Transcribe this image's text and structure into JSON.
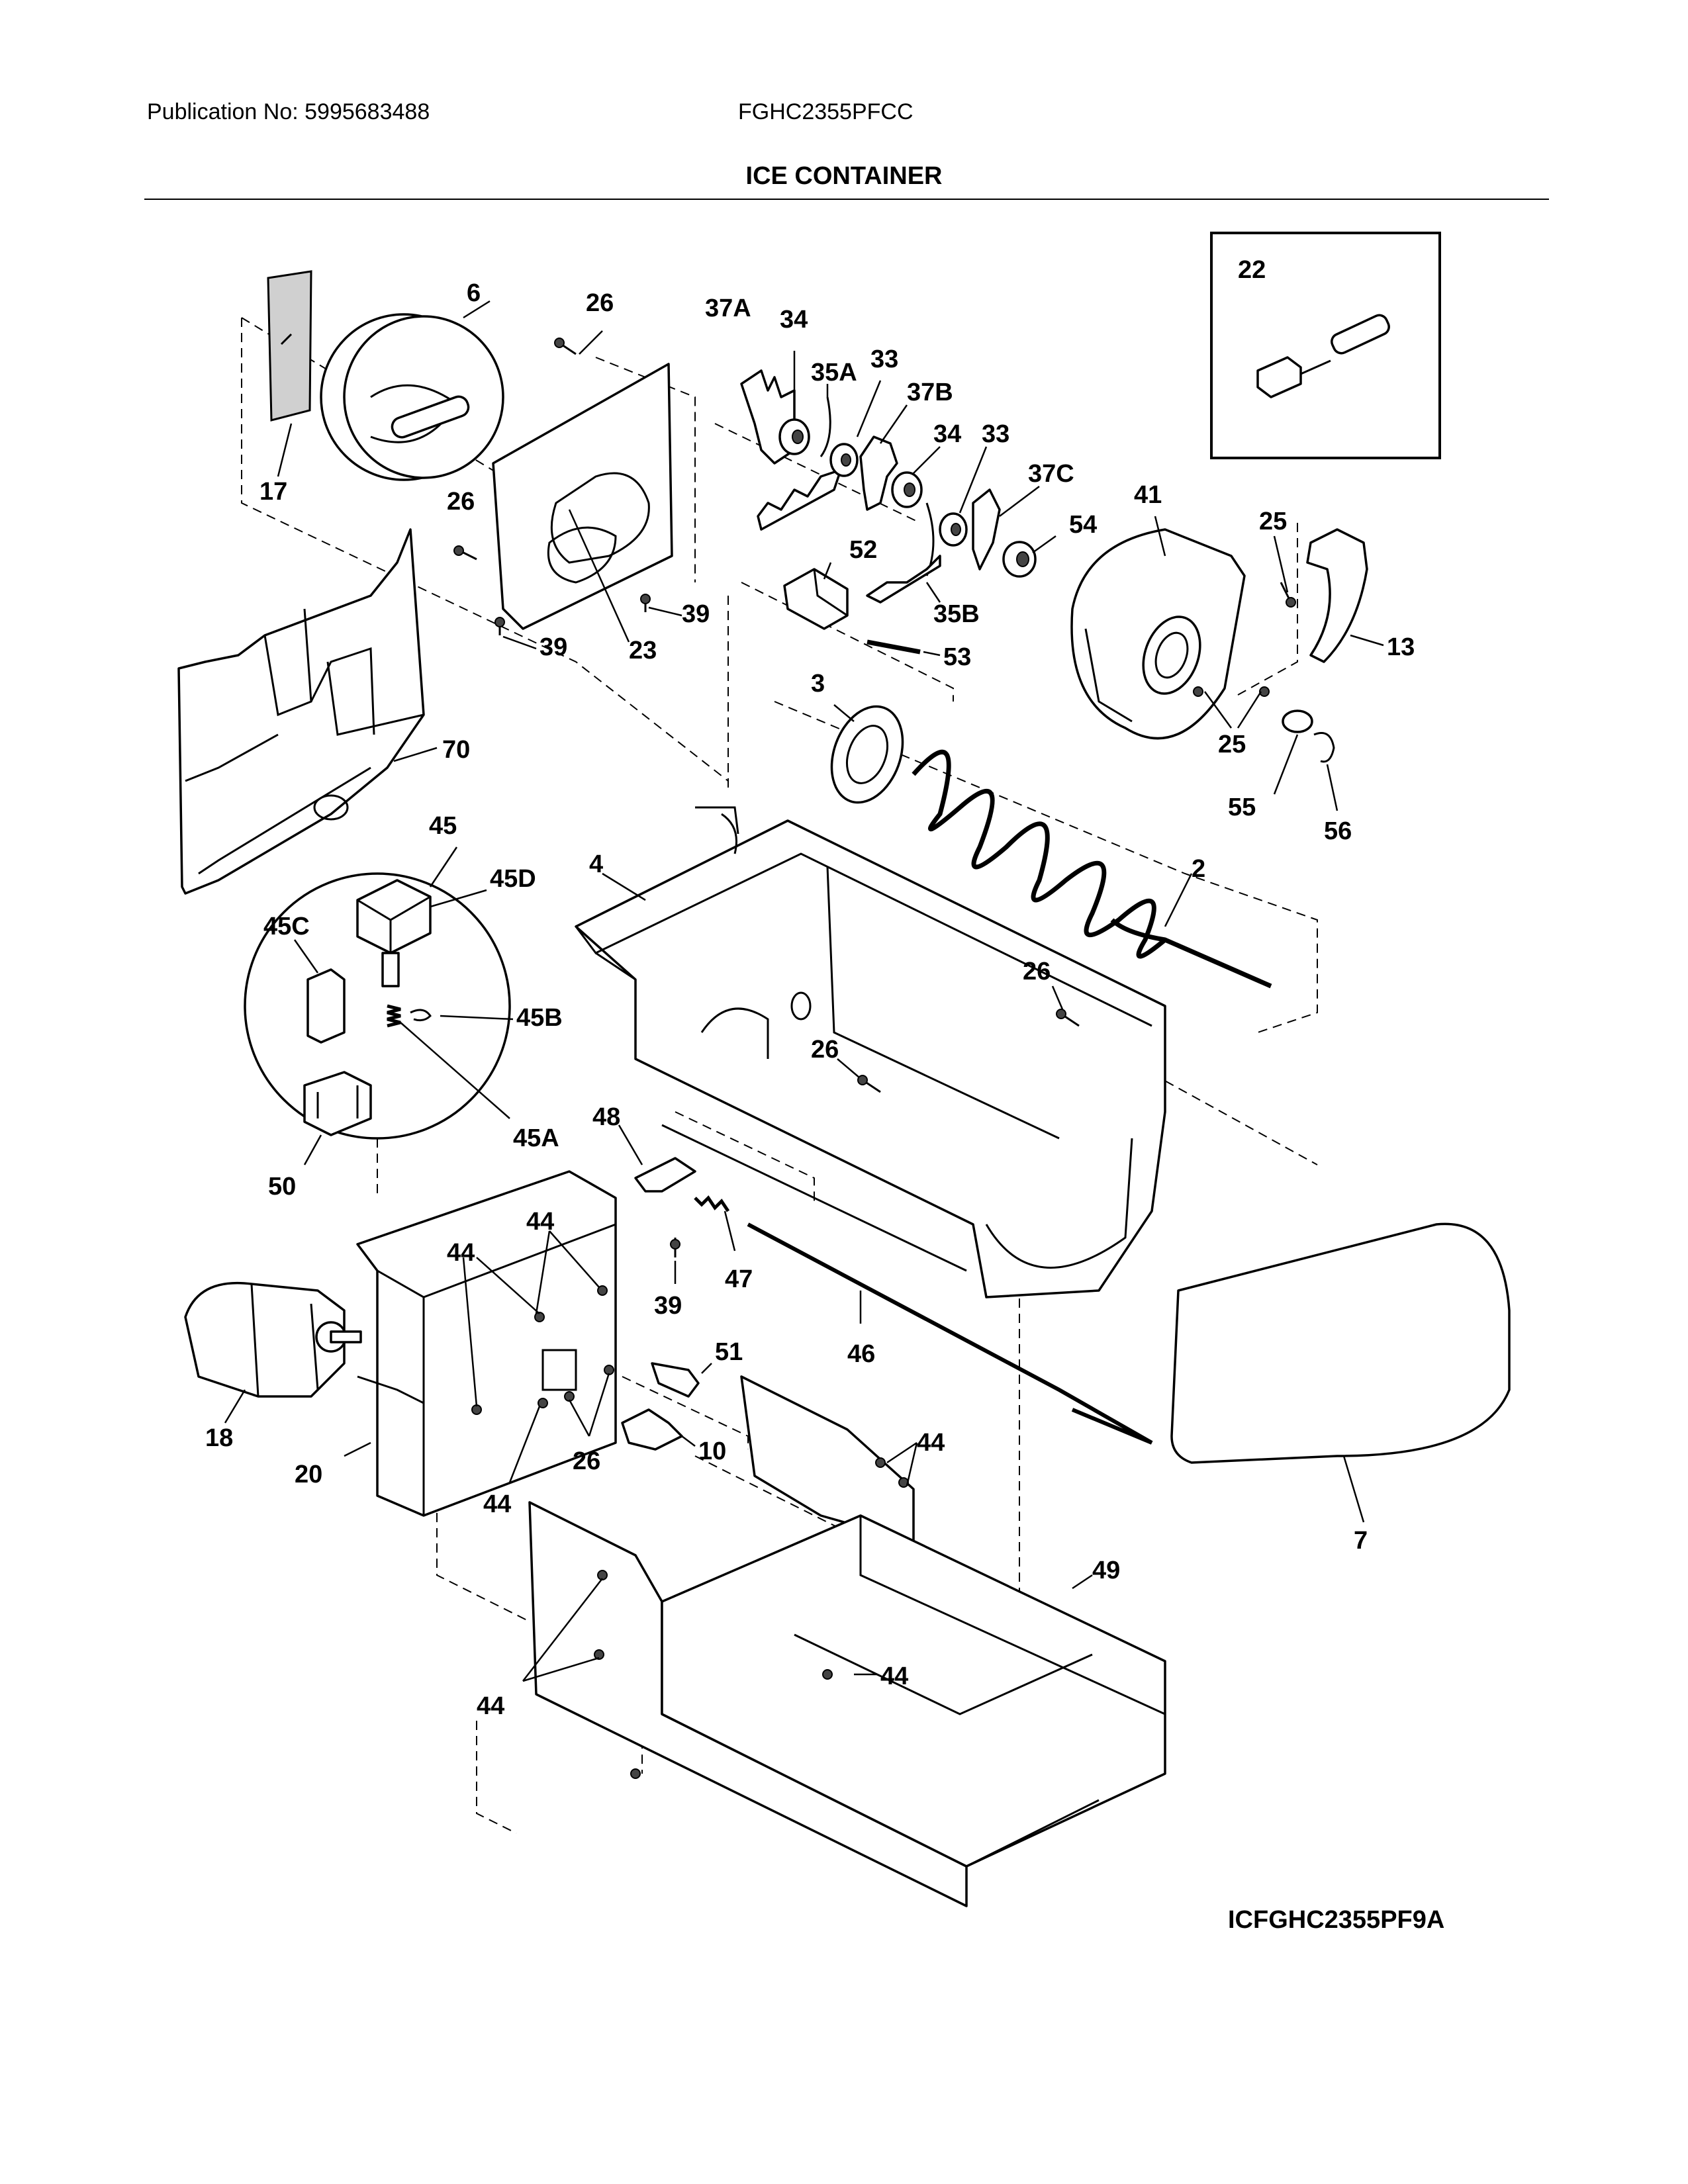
{
  "header": {
    "publication": "Publication No: 5995683488",
    "model": "FGHC2355PFCC",
    "title": "ICE CONTAINER"
  },
  "diagram": {
    "drawing_code": "ICFGHC2355PF9A",
    "part_labels": {
      "p2": "2",
      "p3": "3",
      "p4": "4",
      "p6": "6",
      "p7": "7",
      "p10": "10",
      "p13": "13",
      "p17": "17",
      "p18": "18",
      "p20": "20",
      "p22": "22",
      "p23": "23",
      "p25": "25",
      "p26": "26",
      "p33": "33",
      "p34": "34",
      "p35a": "35A",
      "p35b": "35B",
      "p37a": "37A",
      "p37b": "37B",
      "p37c": "37C",
      "p39": "39",
      "p41": "41",
      "p44": "44",
      "p45": "45",
      "p45a": "45A",
      "p45b": "45B",
      "p45c": "45C",
      "p45d": "45D",
      "p46": "46",
      "p47": "47",
      "p48": "48",
      "p49": "49",
      "p50": "50",
      "p51": "51",
      "p52": "52",
      "p53": "53",
      "p54": "54",
      "p55": "55",
      "p56": "56",
      "p70": "70"
    }
  }
}
